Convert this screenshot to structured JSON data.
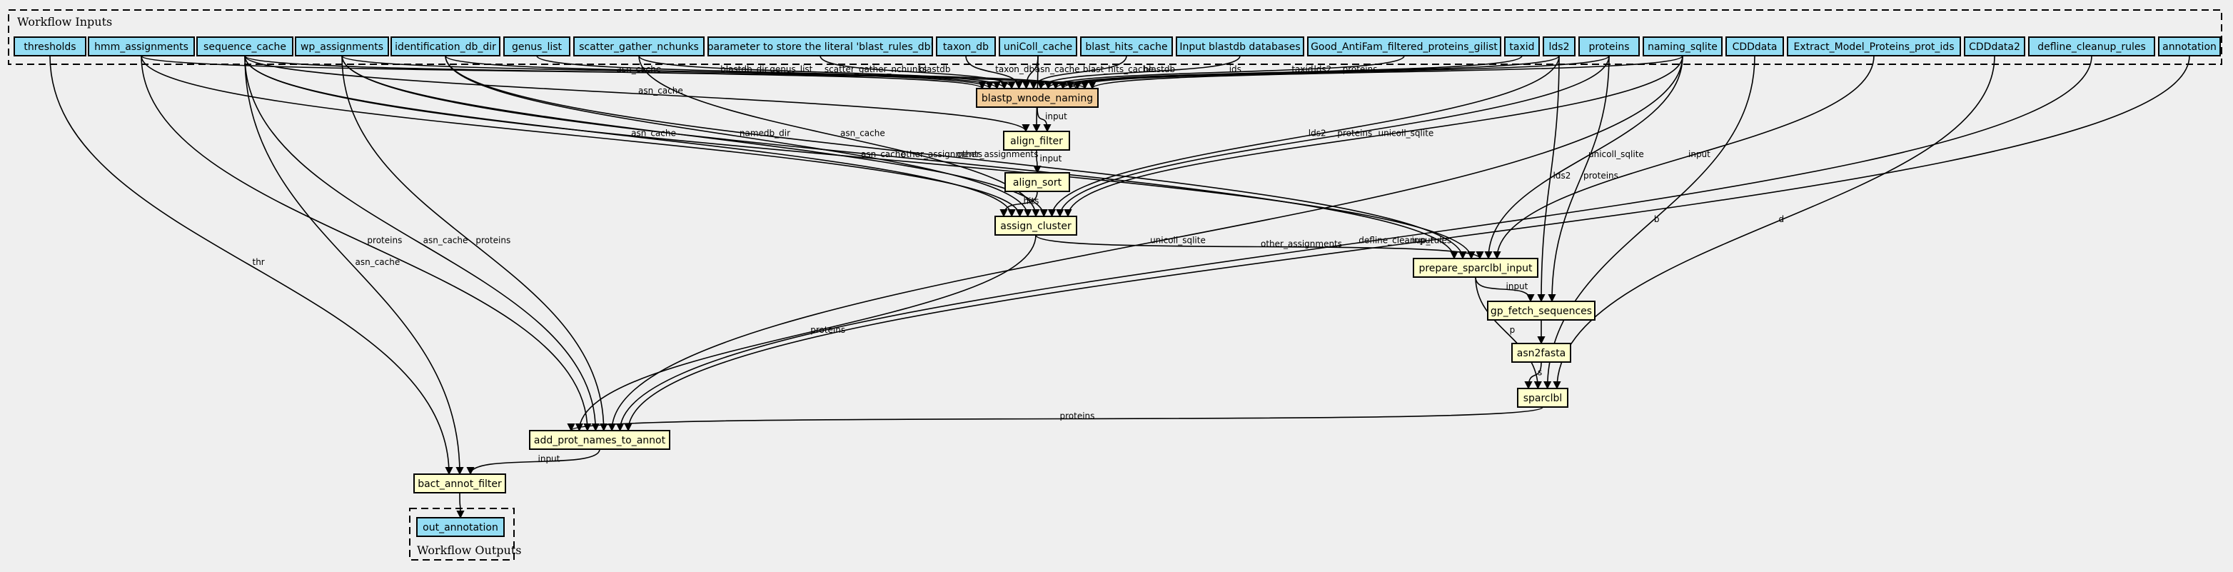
{
  "clusters": {
    "inputs_title": "Workflow Inputs",
    "outputs_title": "Workflow Outputs"
  },
  "inputs": [
    {
      "id": "thresholds",
      "label": "thresholds"
    },
    {
      "id": "hmm_assignments",
      "label": "hmm_assignments"
    },
    {
      "id": "sequence_cache",
      "label": "sequence_cache"
    },
    {
      "id": "wp_assignments",
      "label": "wp_assignments"
    },
    {
      "id": "identification_db_dir",
      "label": "identification_db_dir"
    },
    {
      "id": "genus_list",
      "label": "genus_list"
    },
    {
      "id": "scatter_gather_nchunks",
      "label": "scatter_gather_nchunks"
    },
    {
      "id": "blast_rules_param",
      "label": "parameter to store the literal 'blast_rules_db'"
    },
    {
      "id": "taxon_db",
      "label": "taxon_db"
    },
    {
      "id": "unicoll_cache",
      "label": "uniColl_cache"
    },
    {
      "id": "blast_hits_cache",
      "label": "blast_hits_cache"
    },
    {
      "id": "input_blastdb",
      "label": "Input blastdb databases"
    },
    {
      "id": "good_antifam",
      "label": "Good_AntiFam_filtered_proteins_gilist"
    },
    {
      "id": "taxid",
      "label": "taxid"
    },
    {
      "id": "lds2",
      "label": "lds2"
    },
    {
      "id": "proteins",
      "label": "proteins"
    },
    {
      "id": "naming_sqlite",
      "label": "naming_sqlite"
    },
    {
      "id": "cdddata",
      "label": "CDDdata"
    },
    {
      "id": "extract_model",
      "label": "Extract_Model_Proteins_prot_ids"
    },
    {
      "id": "cdddata2",
      "label": "CDDdata2"
    },
    {
      "id": "defline_cleanup_rules",
      "label": "defline_cleanup_rules"
    },
    {
      "id": "annotation",
      "label": "annotation"
    }
  ],
  "steps": [
    {
      "id": "blastp_wnode_naming",
      "label": "blastp_wnode_naming"
    },
    {
      "id": "align_filter",
      "label": "align_filter"
    },
    {
      "id": "align_sort",
      "label": "align_sort"
    },
    {
      "id": "assign_cluster",
      "label": "assign_cluster"
    },
    {
      "id": "prepare_sparclbl_input",
      "label": "prepare_sparclbl_input"
    },
    {
      "id": "gp_fetch_sequences",
      "label": "gp_fetch_sequences"
    },
    {
      "id": "asn2fasta",
      "label": "asn2fasta"
    },
    {
      "id": "sparclbl",
      "label": "sparclbl"
    },
    {
      "id": "add_prot_names_to_annot",
      "label": "add_prot_names_to_annot"
    },
    {
      "id": "bact_annot_filter",
      "label": "bact_annot_filter"
    }
  ],
  "outputs": [
    {
      "id": "out_annotation",
      "label": "out_annotation"
    }
  ],
  "edges": [
    {
      "from": "sequence_cache",
      "to": "blastp_wnode_naming",
      "label": "asn_cache"
    },
    {
      "from": "identification_db_dir",
      "to": "blastp_wnode_naming",
      "label": "blastdb_dir"
    },
    {
      "from": "genus_list",
      "to": "blastp_wnode_naming",
      "label": "genus_list"
    },
    {
      "from": "scatter_gather_nchunks",
      "to": "blastp_wnode_naming",
      "label": "scatter_gather_nchunks"
    },
    {
      "from": "blast_rules_param",
      "to": "blastp_wnode_naming",
      "label": "blastdb"
    },
    {
      "from": "taxon_db",
      "to": "blastp_wnode_naming",
      "label": "taxon_db"
    },
    {
      "from": "unicoll_cache",
      "to": "blastp_wnode_naming",
      "label": "asn_cache"
    },
    {
      "from": "blast_hits_cache",
      "to": "blastp_wnode_naming",
      "label": "blast_hits_cache"
    },
    {
      "from": "input_blastdb",
      "to": "blastp_wnode_naming",
      "label": "blastdb"
    },
    {
      "from": "good_antifam",
      "to": "blastp_wnode_naming",
      "label": "ids"
    },
    {
      "from": "taxid",
      "to": "blastp_wnode_naming",
      "label": "taxid"
    },
    {
      "from": "lds2",
      "to": "blastp_wnode_naming",
      "label": "lds2"
    },
    {
      "from": "proteins",
      "to": "blastp_wnode_naming",
      "label": "proteins"
    },
    {
      "from": "hmm_assignments",
      "to": "blastp_wnode_naming",
      "label": ""
    },
    {
      "from": "wp_assignments",
      "to": "blastp_wnode_naming",
      "label": ""
    },
    {
      "from": "naming_sqlite",
      "to": "blastp_wnode_naming",
      "label": ""
    },
    {
      "from": "sequence_cache",
      "to": "align_filter",
      "label": "asn_cache"
    },
    {
      "from": "unicoll_cache",
      "to": "align_filter",
      "label": "asn_cache"
    },
    {
      "from": "blastp_wnode_naming",
      "to": "align_filter",
      "label": "input"
    },
    {
      "from": "align_filter",
      "to": "align_sort",
      "label": "input"
    },
    {
      "from": "align_sort",
      "to": "assign_cluster",
      "label": "hits"
    },
    {
      "from": "sequence_cache",
      "to": "assign_cluster",
      "label": "asn_cache"
    },
    {
      "from": "hmm_assignments",
      "to": "assign_cluster",
      "label": ""
    },
    {
      "from": "identification_db_dir",
      "to": "assign_cluster",
      "label": "namedb_dir"
    },
    {
      "from": "scatter_gather_nchunks",
      "to": "assign_cluster",
      "label": "asn_cache"
    },
    {
      "from": "wp_assignments",
      "to": "assign_cluster",
      "label": ""
    },
    {
      "from": "lds2",
      "to": "assign_cluster",
      "label": "lds2"
    },
    {
      "from": "proteins",
      "to": "assign_cluster",
      "label": "proteins"
    },
    {
      "from": "naming_sqlite",
      "to": "assign_cluster",
      "label": "unicoll_sqlite"
    },
    {
      "from": "wp_assignments",
      "to": "prepare_sparclbl_input",
      "label": "other_assignments"
    },
    {
      "from": "identification_db_dir",
      "to": "prepare_sparclbl_input",
      "label": "other_assignments"
    },
    {
      "from": "sequence_cache",
      "to": "prepare_sparclbl_input",
      "label": "asn_cache"
    },
    {
      "from": "assign_cluster",
      "to": "prepare_sparclbl_input",
      "label": "other_assignments"
    },
    {
      "from": "naming_sqlite",
      "to": "prepare_sparclbl_input",
      "label": "unicoll_sqlite"
    },
    {
      "from": "extract_model",
      "to": "prepare_sparclbl_input",
      "label": "input"
    },
    {
      "from": "prepare_sparclbl_input",
      "to": "gp_fetch_sequences",
      "label": "input"
    },
    {
      "from": "lds2",
      "to": "gp_fetch_sequences",
      "label": "lds2"
    },
    {
      "from": "proteins",
      "to": "gp_fetch_sequences",
      "label": "proteins"
    },
    {
      "from": "gp_fetch_sequences",
      "to": "asn2fasta",
      "label": ""
    },
    {
      "from": "asn2fasta",
      "to": "sparclbl",
      "label": "s"
    },
    {
      "from": "prepare_sparclbl_input",
      "to": "sparclbl",
      "label": "p"
    },
    {
      "from": "cdddata",
      "to": "sparclbl",
      "label": "b"
    },
    {
      "from": "cdddata2",
      "to": "sparclbl",
      "label": "d"
    },
    {
      "from": "sparclbl",
      "to": "add_prot_names_to_annot",
      "label": "proteins"
    },
    {
      "from": "assign_cluster",
      "to": "add_prot_names_to_annot",
      "label": "proteins"
    },
    {
      "from": "hmm_assignments",
      "to": "add_prot_names_to_annot",
      "label": "proteins"
    },
    {
      "from": "sequence_cache",
      "to": "add_prot_names_to_annot",
      "label": "asn_cache"
    },
    {
      "from": "wp_assignments",
      "to": "add_prot_names_to_annot",
      "label": "proteins"
    },
    {
      "from": "naming_sqlite",
      "to": "add_prot_names_to_annot",
      "label": "unicoll_sqlite"
    },
    {
      "from": "defline_cleanup_rules",
      "to": "add_prot_names_to_annot",
      "label": "defline_cleanup_rules"
    },
    {
      "from": "annotation",
      "to": "add_prot_names_to_annot",
      "label": "input"
    },
    {
      "from": "thresholds",
      "to": "bact_annot_filter",
      "label": "thr"
    },
    {
      "from": "sequence_cache",
      "to": "bact_annot_filter",
      "label": "asn_cache"
    },
    {
      "from": "add_prot_names_to_annot",
      "to": "bact_annot_filter",
      "label": "input"
    },
    {
      "from": "bact_annot_filter",
      "to": "out_annotation",
      "label": ""
    }
  ]
}
